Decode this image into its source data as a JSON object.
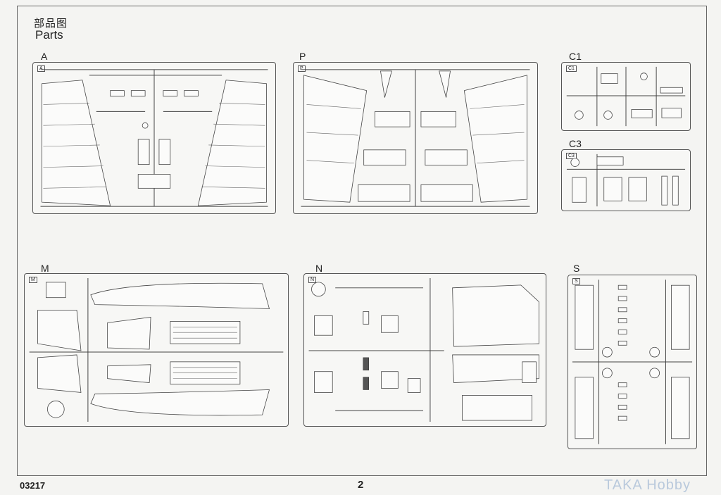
{
  "header": {
    "title_cn": "部品图",
    "title_en": "Parts"
  },
  "sprues": [
    {
      "id": "A",
      "tag": "A"
    },
    {
      "id": "P",
      "tag": "P"
    },
    {
      "id": "C1",
      "tag": "C1"
    },
    {
      "id": "C3",
      "tag": "C3"
    },
    {
      "id": "M",
      "tag": "M"
    },
    {
      "id": "N",
      "tag": "N"
    },
    {
      "id": "S",
      "tag": "S"
    }
  ],
  "footer": {
    "product_code": "03217",
    "page_number": "2",
    "watermark": "TAKA Hobby"
  }
}
